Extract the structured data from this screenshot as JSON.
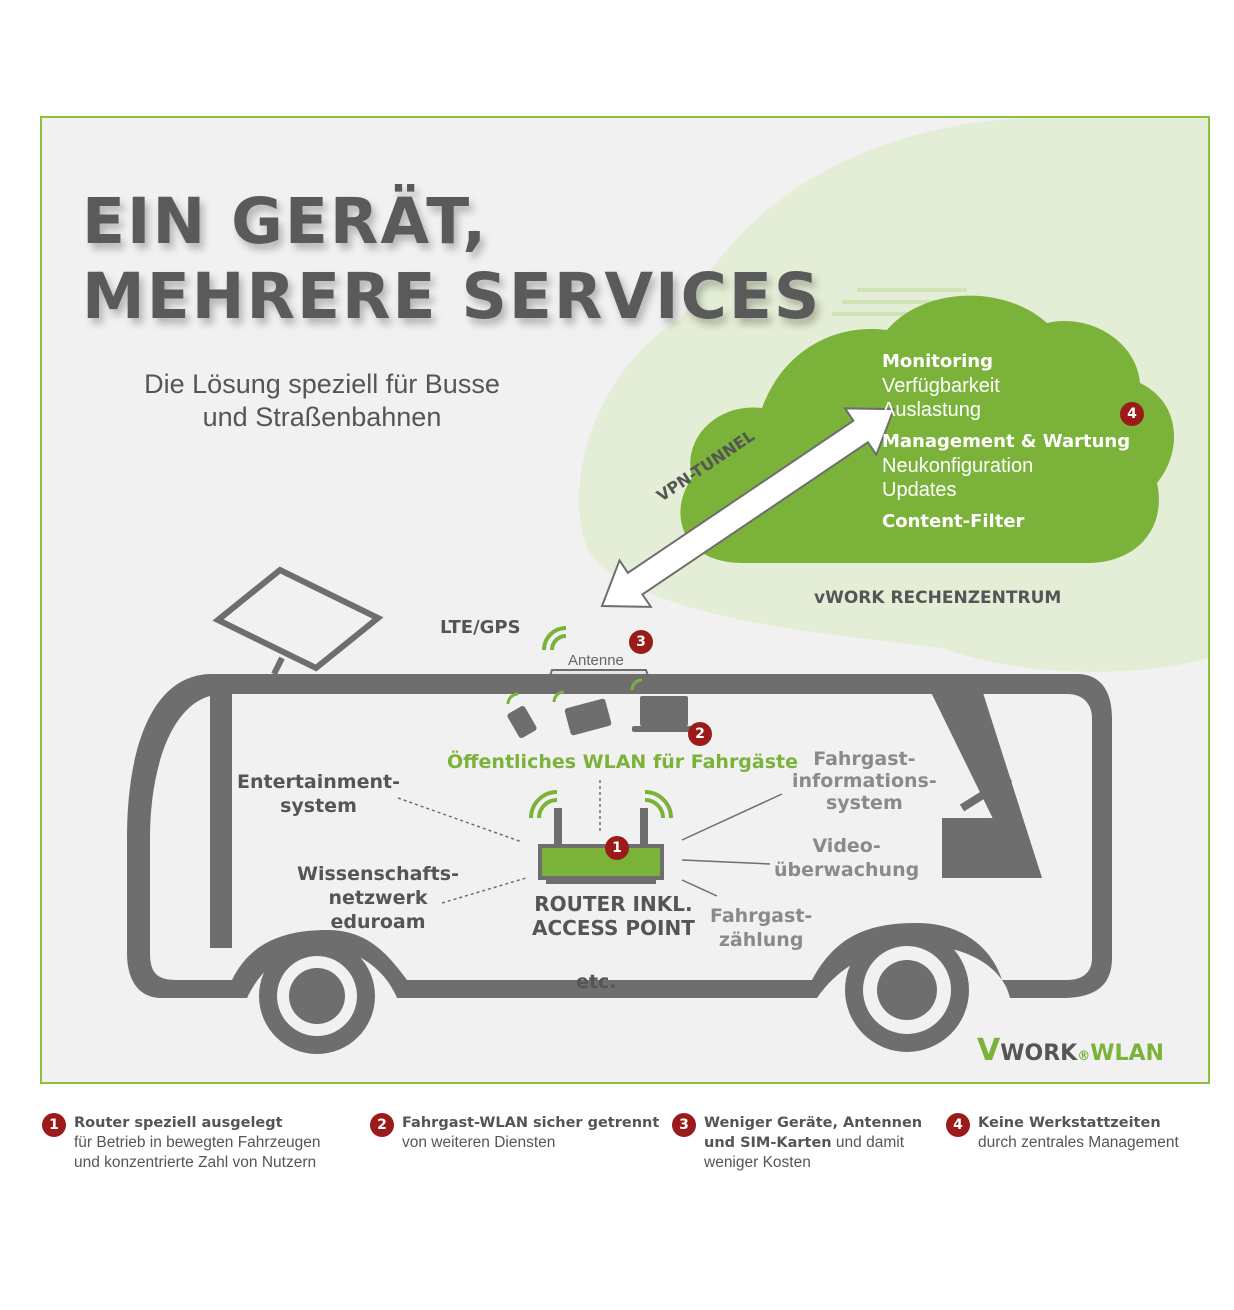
{
  "title": {
    "line1": "EIN GERÄT,",
    "line2": "MEHRERE SERVICES"
  },
  "subtitle": {
    "line1": "Die Lösung speziell für Busse",
    "line2": "und Straßenbahnen"
  },
  "cloud": {
    "badge": "4",
    "monitoring": "Monitoring",
    "verfuegbarkeit": "Verfügbarkeit",
    "auslastung": "Auslastung",
    "management": "Management & Wartung",
    "neukonfiguration": "Neukonfiguration",
    "updates": "Updates",
    "content_filter": "Content-Filter",
    "datacenter": "vWORK RECHENZENTRUM"
  },
  "tunnel_label": "VPN-TUNNEL",
  "lte_gps": "LTE/GPS",
  "antenna": {
    "label": "Antenne",
    "badge": "3"
  },
  "public_wifi": {
    "label": "Öffentliches WLAN für Fahrgäste",
    "badge": "2"
  },
  "router": {
    "line1": "ROUTER INKL.",
    "line2": "ACCESS POINT",
    "badge": "1"
  },
  "services": {
    "entertainment": [
      "Entertainment-",
      "system"
    ],
    "science": [
      "Wissenschafts-",
      "netzwerk",
      "eduroam"
    ],
    "etc": "etc.",
    "passenger_info": [
      "Fahrgast-",
      "informations-",
      "system"
    ],
    "video": [
      "Video-",
      "überwachung"
    ],
    "counting": [
      "Fahrgast-",
      "zählung"
    ]
  },
  "logo": {
    "part1": "V",
    "part2": "WORK",
    "part3": "®",
    "part4": "WLAN"
  },
  "legend": [
    {
      "num": "1",
      "head": "Router speziell ausgelegt",
      "line2": "für Betrieb in bewegten Fahrzeugen",
      "line3": "und konzentrierte Zahl von Nutzern"
    },
    {
      "num": "2",
      "head": "Fahrgast-WLAN sicher getrennt",
      "line2": "von weiteren Diensten",
      "line3": ""
    },
    {
      "num": "3",
      "head": "Weniger Geräte, Antennen",
      "head2": "und SIM-Karten",
      "tail2": " und damit",
      "line3": "weniger Kosten"
    },
    {
      "num": "4",
      "head": "Keine Werkstattzeiten",
      "line2": "durch zentrales Management",
      "line3": ""
    }
  ],
  "colors": {
    "green": "#7ab23a",
    "frame": "#8dbf3f",
    "gray": "#6e6e6e",
    "badge": "#9b1b1b"
  }
}
